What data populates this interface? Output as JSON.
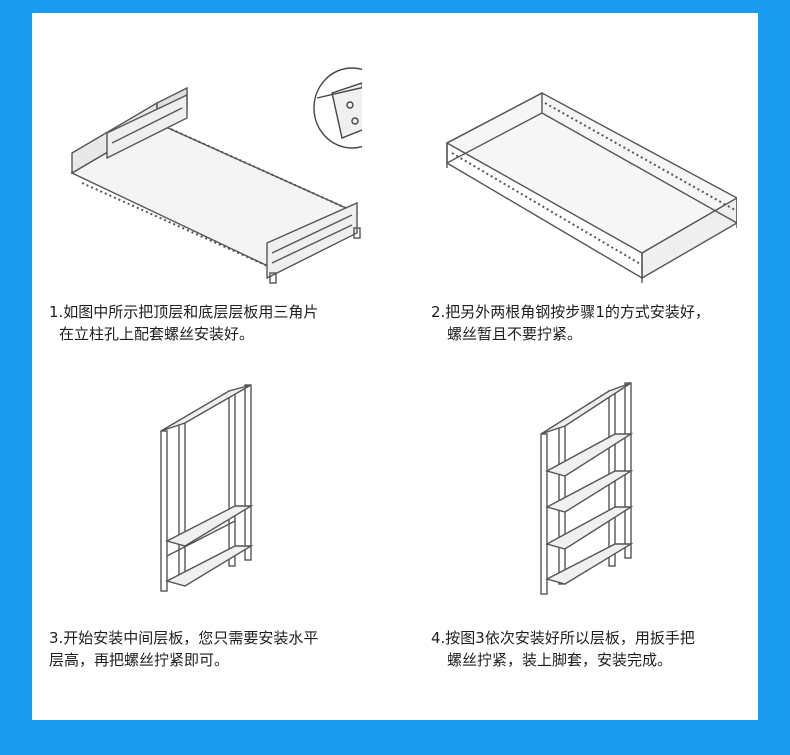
{
  "frame": {
    "border_color": "#1a9cf0",
    "panel_color": "#ffffff",
    "line_color": "#555555"
  },
  "steps": [
    {
      "line1": "1.如图中所示把顶层和底层层板用三角片",
      "line2": "在立柱孔上配套螺丝安装好。",
      "icon": "shelf-frame-with-bracket"
    },
    {
      "line1": "2.把另外两根角钢按步骤1的方式安装好，",
      "line2": "螺丝暂且不要拧紧。",
      "icon": "box-frame"
    },
    {
      "line1": "3.开始安装中间层板，您只需要安装水平",
      "line2": "层高，再把螺丝拧紧即可。",
      "icon": "shelf-unit-partial"
    },
    {
      "line1": "4.按图3依次安装好所以层板，用扳手把",
      "line2": "螺丝拧紧，装上脚套，安装完成。",
      "icon": "shelf-unit-complete"
    }
  ]
}
